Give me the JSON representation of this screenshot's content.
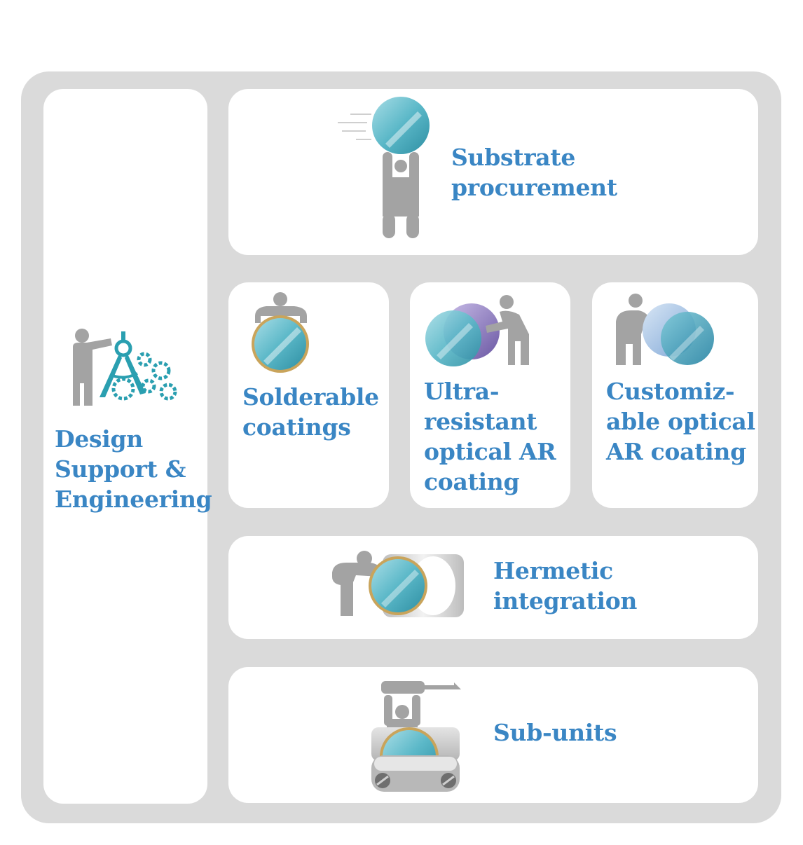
{
  "colors": {
    "frame": "#dadada",
    "card": "#ffffff",
    "label": "#3a86c4",
    "figure": "#a3a3a3",
    "lens": "#56b7c8",
    "gear": "#2a9fb0",
    "purple": "#8674b4",
    "gold": "#c9a45b"
  },
  "design": {
    "label_lines": [
      "Design",
      "Support &",
      "Engineering"
    ],
    "icon": "engineer-with-compass-and-gears-icon"
  },
  "substrate": {
    "label_lines": [
      "Substrate",
      "procurement"
    ],
    "icon": "person-carrying-lens-icon"
  },
  "solderable": {
    "label_lines": [
      "Solderable",
      "coatings"
    ],
    "icon": "person-holding-gold-rimmed-lens-icon"
  },
  "ultra": {
    "label_lines": [
      "Ultra-",
      "resistant",
      "optical AR",
      "coating"
    ],
    "icon": "person-pushing-overlapping-lenses-icon"
  },
  "custom": {
    "label_lines": [
      "Customiz-",
      "able optical",
      "AR coating"
    ],
    "icon": "person-pushing-blue-lenses-icon"
  },
  "hermetic": {
    "label_lines": [
      "Hermetic",
      "integration"
    ],
    "icon": "person-inserting-lens-into-housing-icon"
  },
  "subunits": {
    "label_lines": [
      "Sub-units"
    ],
    "icon": "person-with-lens-in-mount-icon"
  }
}
